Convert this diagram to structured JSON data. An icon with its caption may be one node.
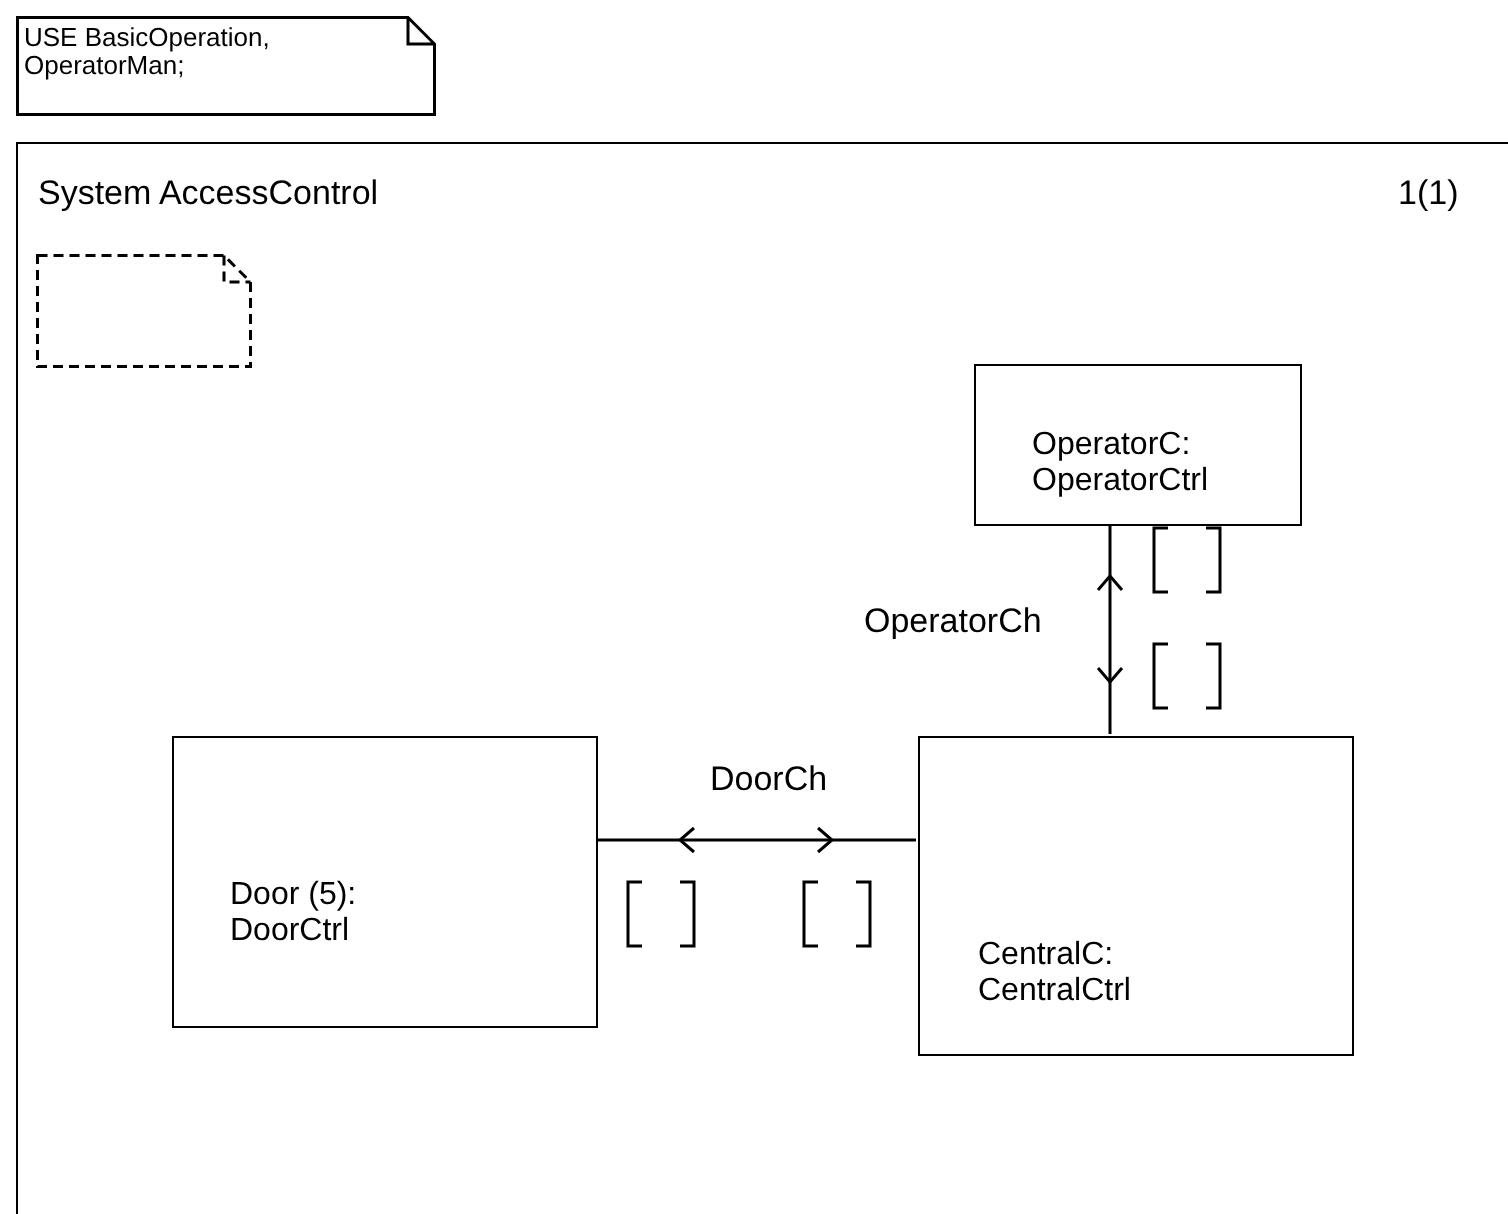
{
  "diagram": {
    "nodes": [
      {
        "text": [
          "USE BasicOperation, OperatorMan;"
        ]
      },
      {
        "text": [
          "System AccessControl",
          "1(1)"
        ]
      },
      {
        "text": [],
        "shape": "note",
        "in": 1
      },
      {
        "text": [
          "OperatorC: OperatorCtrl"
        ],
        "in": 1
      },
      {
        "text": [
          "Door (5): DoorCtrl"
        ],
        "in": 1
      },
      {
        "text": [
          "CentralC: CentralCtrl"
        ],
        "in": 1
      }
    ],
    "edges": [
      {
        "from": 4,
        "to": 5,
        "arrow": "both",
        "label": "DoorCh"
      },
      {
        "from": 3,
        "to": 5,
        "arrow": "both",
        "label": "OperatorCh"
      }
    ]
  }
}
